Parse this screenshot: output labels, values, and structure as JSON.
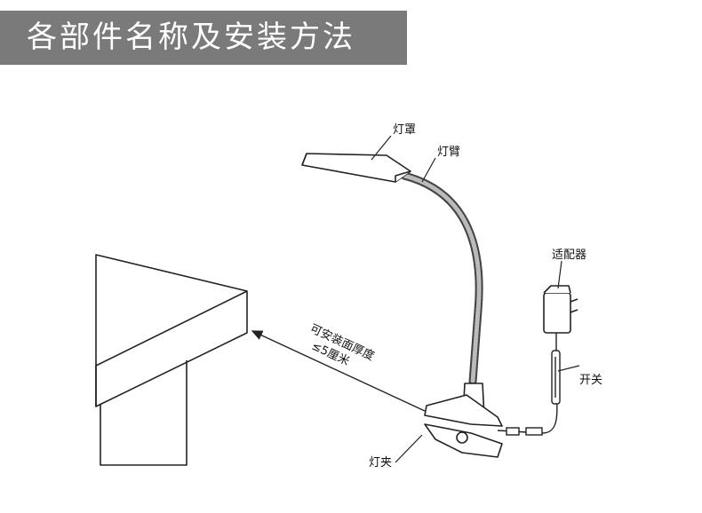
{
  "header": {
    "title": "各部件名称及安装方法"
  },
  "labels": {
    "shade": "灯罩",
    "arm": "灯臂",
    "adapter": "适配器",
    "switch": "开关",
    "clip": "灯夹",
    "thickness_line1": "可安装面厚度",
    "thickness_line2": "≤5厘米"
  },
  "colors": {
    "title_bg": "#7a7a7a",
    "line": "#222222"
  }
}
